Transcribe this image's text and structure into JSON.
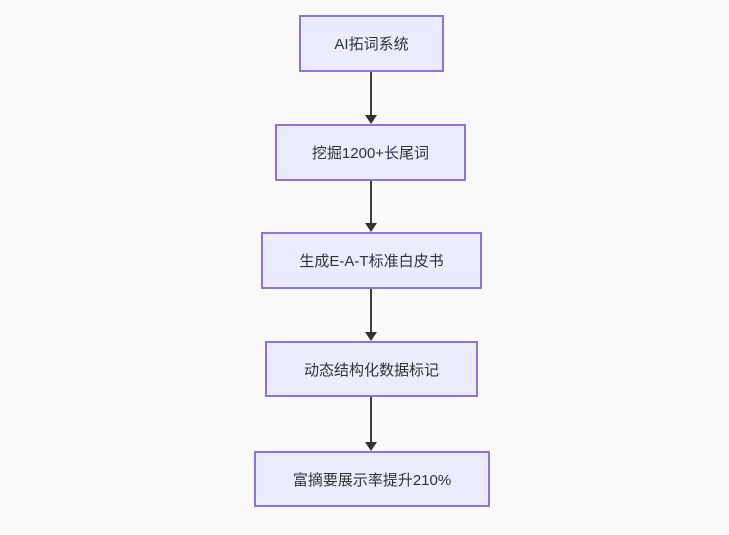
{
  "flowchart": {
    "direction": "top-down",
    "nodes": [
      {
        "label": "AI拓词系统"
      },
      {
        "label": "挖掘1200+长尾词"
      },
      {
        "label": "生成E-A-T标准白皮书"
      },
      {
        "label": "动态结构化数据标记"
      },
      {
        "label": "富摘要展示率提升210%"
      }
    ],
    "edges": [
      {
        "from": "AI拓词系统",
        "to": "挖掘1200+长尾词"
      },
      {
        "from": "挖掘1200+长尾词",
        "to": "生成E-A-T标准白皮书"
      },
      {
        "from": "生成E-A-T标准白皮书",
        "to": "动态结构化数据标记"
      },
      {
        "from": "动态结构化数据标记",
        "to": "富摘要展示率提升210%"
      }
    ],
    "colors": {
      "background": "#fafafa",
      "node_fill": "#ececff",
      "node_border": "#9370db",
      "text": "#333333",
      "arrow": "#333333"
    }
  }
}
